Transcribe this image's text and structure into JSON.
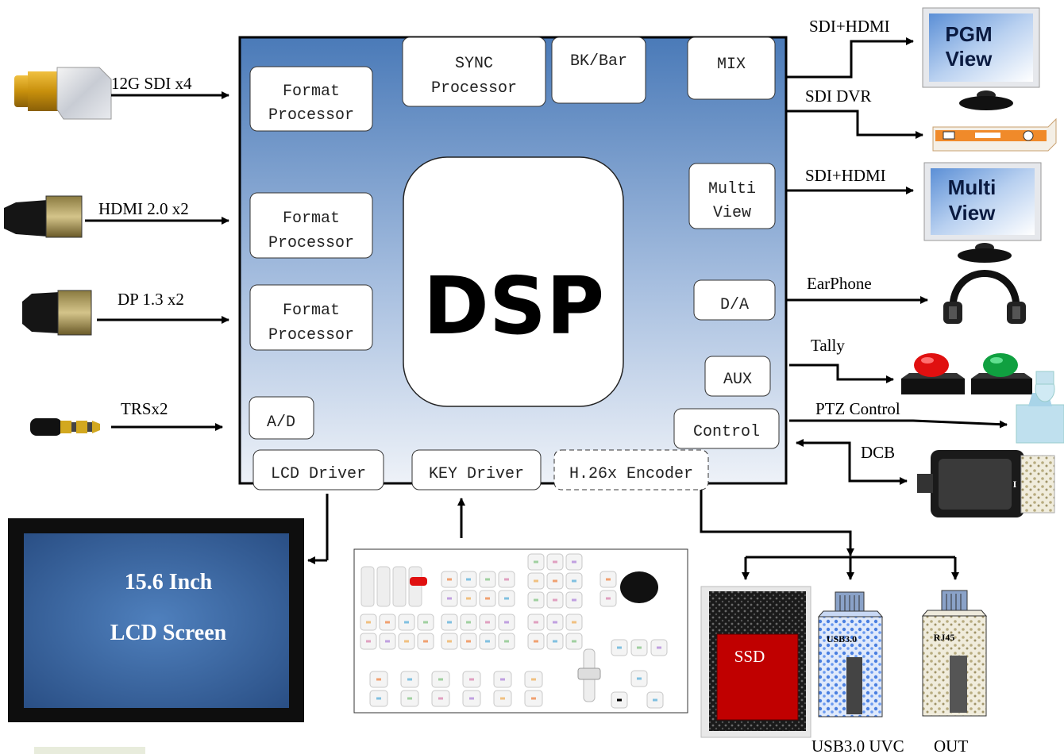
{
  "inputs": {
    "sdi": "12G SDI x4",
    "hdmi": "HDMI 2.0 x2",
    "dp": "DP 1.3 x2",
    "trs": "TRSx2"
  },
  "processors": {
    "format1": [
      "Format",
      "Processor"
    ],
    "format2": [
      "Format",
      "Processor"
    ],
    "format3": [
      "Format",
      "Processor"
    ],
    "ad": "A/D",
    "sync": [
      "SYNC",
      "Processor"
    ],
    "bkbar": "BK/Bar",
    "mix": "MIX",
    "multiview": [
      "Multi",
      "View"
    ],
    "da": "D/A",
    "aux": "AUX",
    "control": "Control",
    "lcd_driver": "LCD Driver",
    "key_driver": "KEY Driver",
    "encoder": "H.26x Encoder",
    "dsp": "DSP"
  },
  "outputs": {
    "pgm_signal": "SDI+HDMI",
    "dvr_signal": "SDI DVR",
    "mv_signal": "SDI+HDMI",
    "earphone": "EarPhone",
    "tally": "Tally",
    "ptz": "PTZ Control",
    "dcb": "DCB"
  },
  "monitors": {
    "pgm": [
      "PGM",
      "View"
    ],
    "multi": [
      "Multi",
      "View"
    ]
  },
  "lcd_screen": [
    "15.6 Inch",
    "LCD Screen"
  ],
  "storage": {
    "ssd": "SSD",
    "usb_port": "USB3.0",
    "rj45_port": "RJ45",
    "usb_caption": "USB3.0 UVC",
    "out_caption": "OUT"
  },
  "camera_label": "I",
  "colors": {
    "dsp_gradient_top": "#4a7ab8",
    "dsp_gradient_bottom": "#eef2f8",
    "tally_red": "#e01010",
    "tally_green": "#10a040",
    "ssd_red": "#c00000",
    "lcd_blue": "#3a6aa8"
  }
}
